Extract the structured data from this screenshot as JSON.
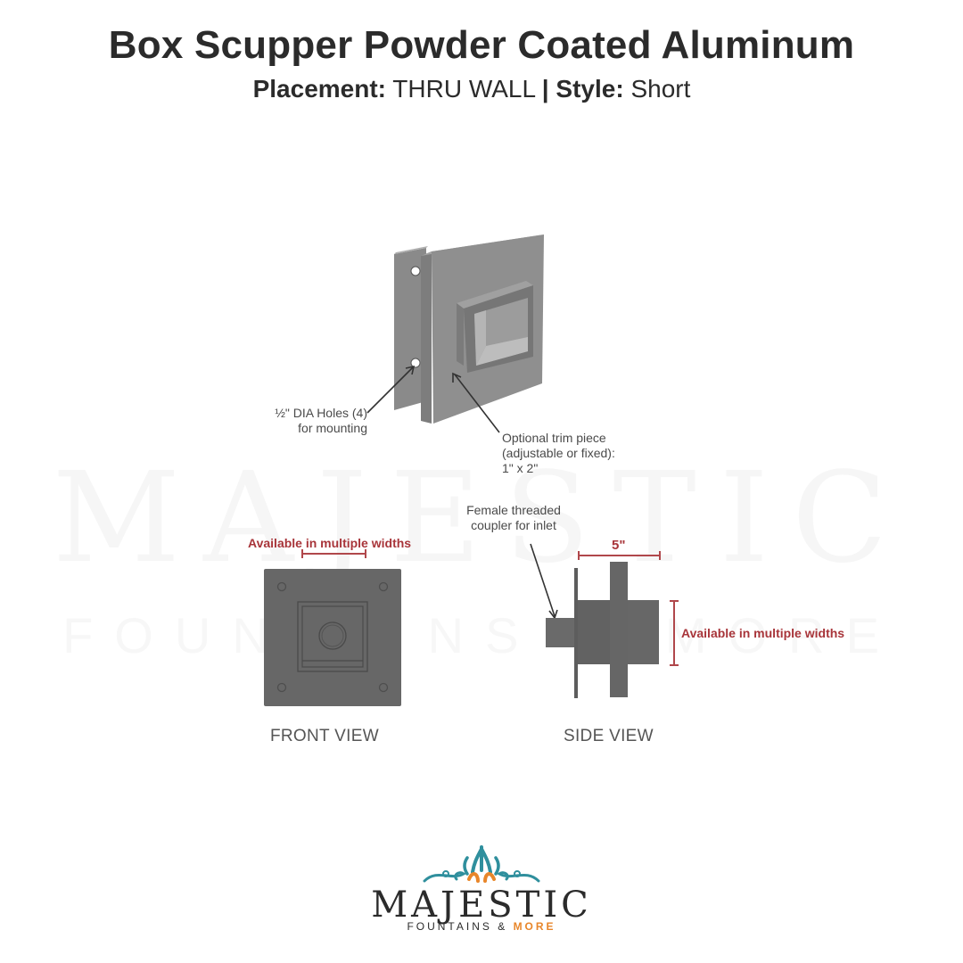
{
  "header": {
    "title": "Box Scupper Powder Coated Aluminum",
    "placement_label": "Placement",
    "placement_value": "THRU WALL",
    "separator": "|",
    "style_label": "Style",
    "style_value": "Short"
  },
  "diagram": {
    "iso_view": {
      "callout_holes_line1": "½\" DIA Holes (4)",
      "callout_holes_line2": "for mounting",
      "callout_trim_line1": "Optional trim piece",
      "callout_trim_line2": "(adjustable or fixed):",
      "callout_trim_line3": "1\" x 2\""
    },
    "front_view": {
      "dimension_note": "Available in multiple widths",
      "label": "FRONT VIEW"
    },
    "side_view": {
      "callout_coupler_line1": "Female threaded",
      "callout_coupler_line2": "coupler for inlet",
      "depth_dimension": "5\"",
      "height_note": "Available in multiple widths",
      "label": "SIDE VIEW"
    }
  },
  "watermark": {
    "main": "MAJESTIC",
    "sub": "FOUNTAINS & MORE"
  },
  "logo": {
    "brand": "MAJESTIC",
    "tagline_prefix": "FOUNTAINS &",
    "tagline_accent": "MORE",
    "colors": {
      "teal": "#2f8f9d",
      "orange": "#e8862a",
      "text": "#2b2b2b"
    }
  },
  "colors": {
    "annotation_red": "#a8353a",
    "part_gray": "#676767"
  }
}
